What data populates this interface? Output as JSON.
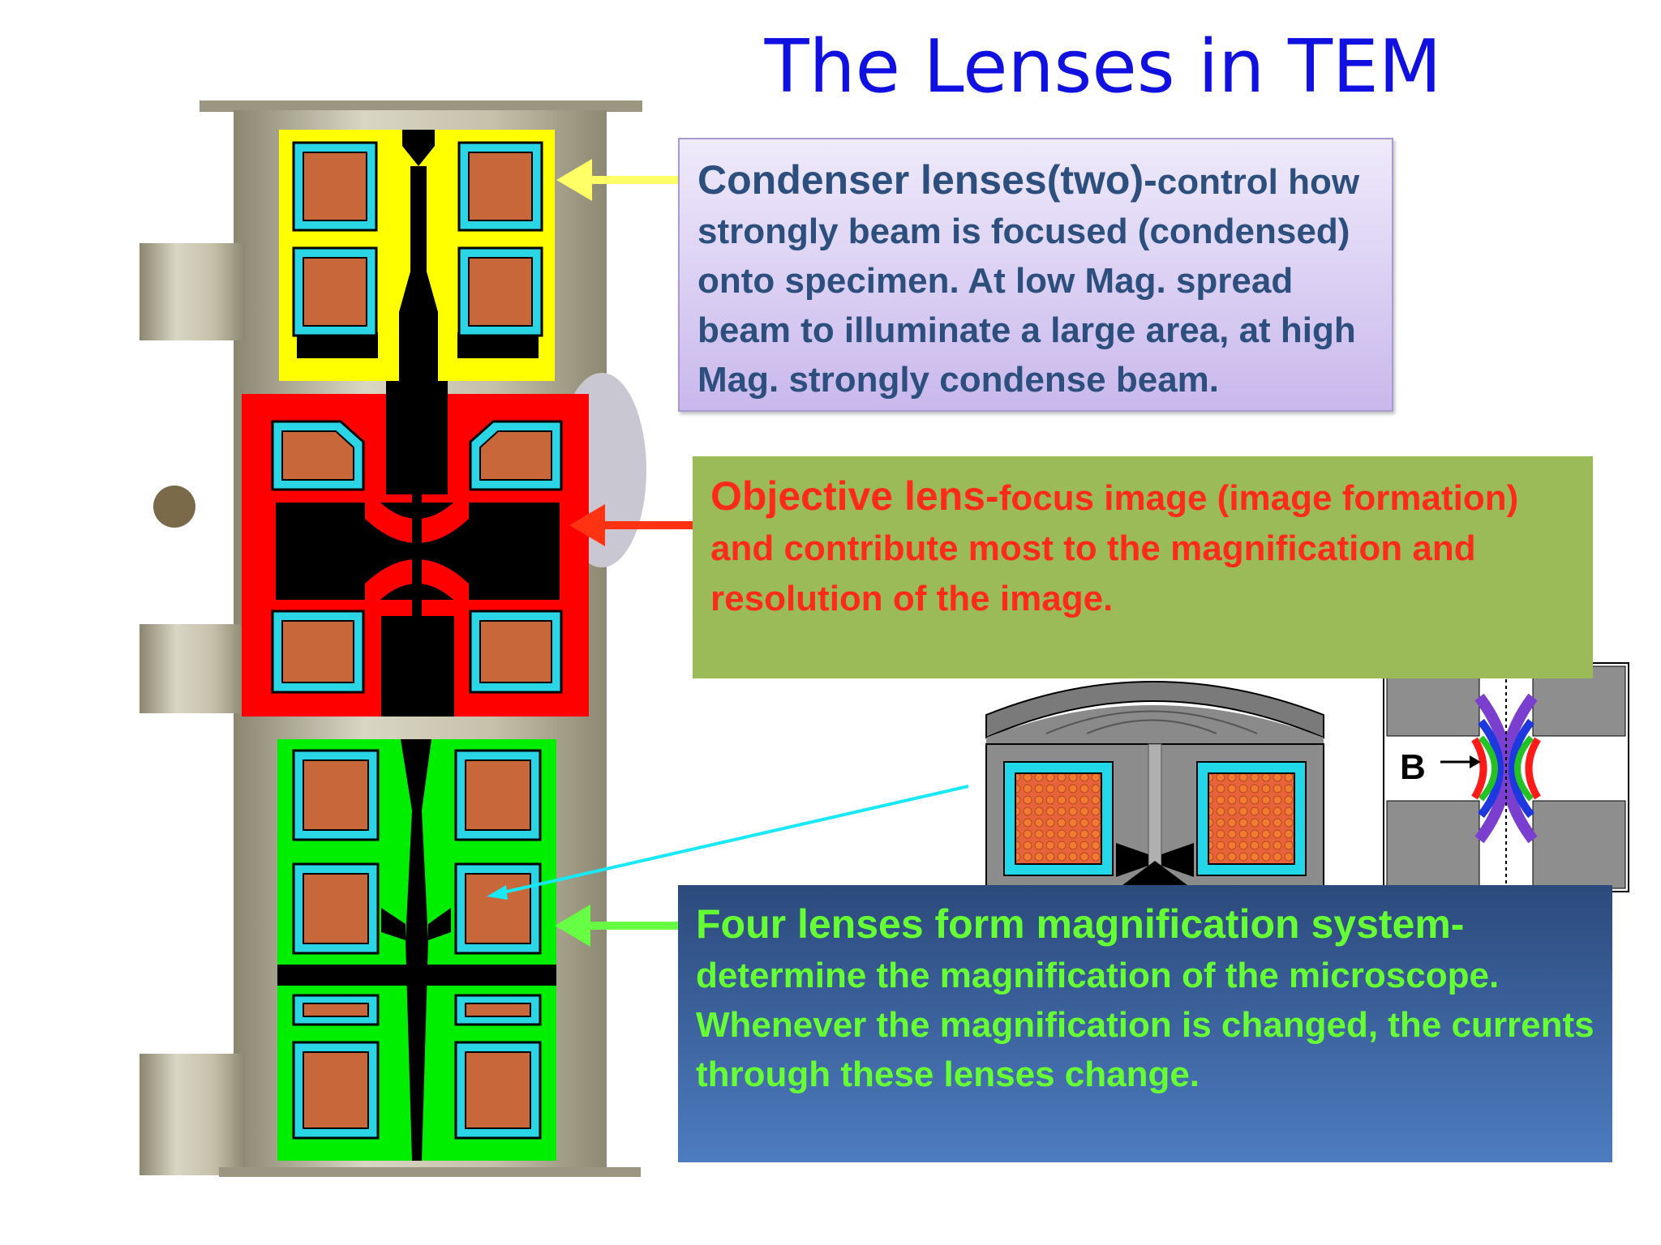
{
  "title": "The Lenses in TEM",
  "condenser": {
    "lead": "Condenser lenses(two)-",
    "body": "control how strongly beam is focused (condensed) onto specimen. At low Mag. spread beam to illuminate a large area, at high Mag. strongly condense beam.",
    "color": "#2d4f7e"
  },
  "objective": {
    "lead": "Objective lens-",
    "body": "focus image (image formation) and contribute most to the magnification and resolution of the image.",
    "color": "#ff2a1a"
  },
  "magnification": {
    "lead": "Four lenses form magnification system-",
    "body": "determine the magnification of the microscope. Whenever the magnification is changed, the currents through these lenses change.",
    "color": "#66ff33"
  },
  "field_label": "B",
  "colors": {
    "condenser": "#ffff00",
    "objective": "#ff0000",
    "projector": "#00ee00",
    "coil": "#c8683a",
    "liner": "#22d8e8"
  }
}
